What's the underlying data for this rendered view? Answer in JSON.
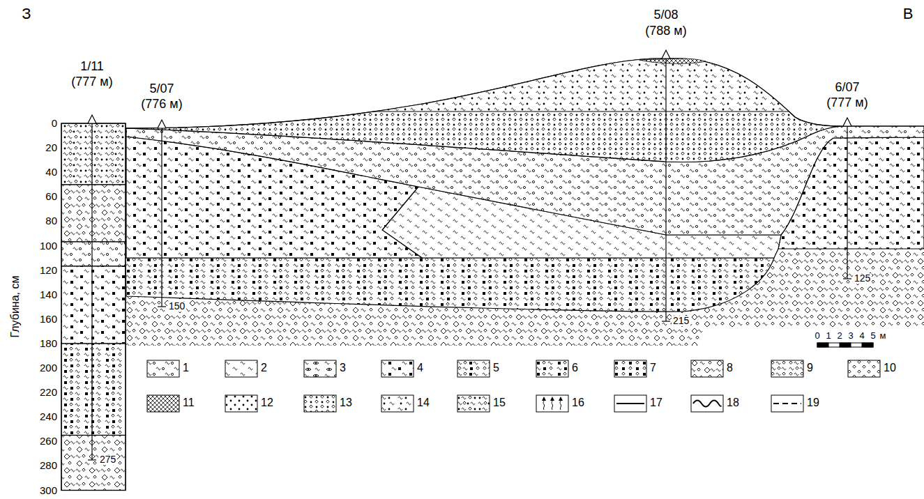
{
  "diagram": {
    "labels": [
      "З",
      "В",
      "1/11",
      "(777 м)",
      "5/07",
      "(776 м)",
      "5/08",
      "(788 м)",
      "6/07",
      "(777 м)",
      "0",
      "20",
      "40",
      "60",
      "80",
      "100",
      "120",
      "140",
      "160",
      "180",
      "200",
      "220",
      "240",
      "260",
      "280",
      "300",
      "Глубина, см",
      "275",
      "150",
      "215",
      "125",
      "0",
      "1",
      "2",
      "3",
      "4",
      "5",
      "м"
    ],
    "legend": [
      {
        "text": "1"
      },
      {
        "text": "2"
      },
      {
        "text": "3"
      },
      {
        "text": "4"
      },
      {
        "text": "5"
      },
      {
        "text": "6"
      },
      {
        "text": "7"
      },
      {
        "text": "8"
      },
      {
        "text": "9"
      },
      {
        "text": "10"
      },
      {
        "text": "11"
      },
      {
        "text": "12"
      },
      {
        "text": "13"
      },
      {
        "text": "14"
      },
      {
        "text": "15"
      },
      {
        "text": "16"
      },
      {
        "text": "17"
      },
      {
        "text": "18"
      },
      {
        "text": "19"
      }
    ]
  }
}
